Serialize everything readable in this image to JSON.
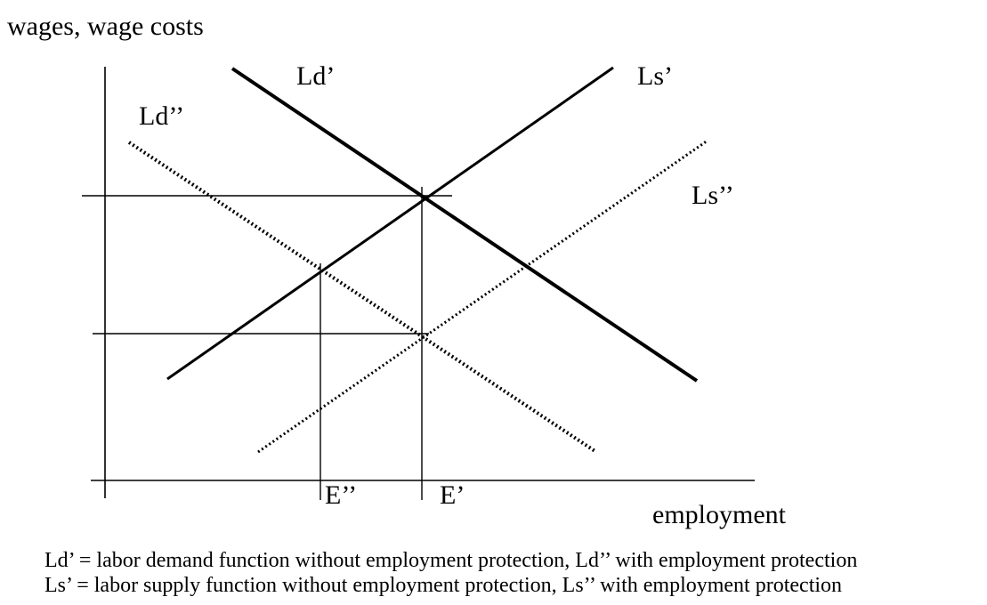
{
  "axes": {
    "y_title": "wages, wage costs",
    "x_title": "employment"
  },
  "curves": [
    {
      "id": "Ld1",
      "label": "Ld’",
      "style": "solid"
    },
    {
      "id": "Ls1",
      "label": "Ls’",
      "style": "solid"
    },
    {
      "id": "Ld2",
      "label": "Ld’’",
      "style": "dotted"
    },
    {
      "id": "Ls2",
      "label": "Ls’’",
      "style": "dotted"
    }
  ],
  "markers": {
    "E1": "E’",
    "E2": "E’’"
  },
  "legend": {
    "line1": "Ld’ = labor demand function without employment protection, Ld’’ with employment protection",
    "line2": "Ls’ = labor supply function without employment protection, Ls’’ with employment protection"
  },
  "colors": {
    "ink": "#000000",
    "background": "#ffffff"
  }
}
